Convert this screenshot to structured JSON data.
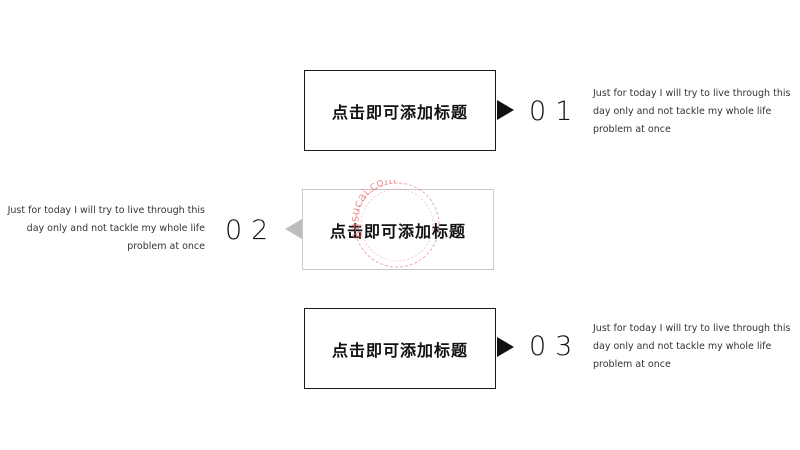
{
  "steps": [
    {
      "number": "01",
      "title": "点击即可添加标题",
      "text": "Just for today I will try to live through this day only and not tackle my whole life problem at once"
    },
    {
      "number": "02",
      "title": "点击即可添加标题",
      "text": "Just for today I will try to live through this day only and not tackle my whole life problem at once"
    },
    {
      "number": "03",
      "title": "点击即可添加标题",
      "text": "Just for today I will try to live through this day only and not tackle my whole life problem at once"
    }
  ],
  "colors": {
    "dark": "#111111",
    "light_border": "#c8c8c8",
    "light_arrow": "#bdbdbd",
    "watermark": "#e57373"
  },
  "watermark": "88sucai.com",
  "icons": {
    "arrow_right": "triangle-right-icon",
    "arrow_left": "triangle-left-icon"
  }
}
